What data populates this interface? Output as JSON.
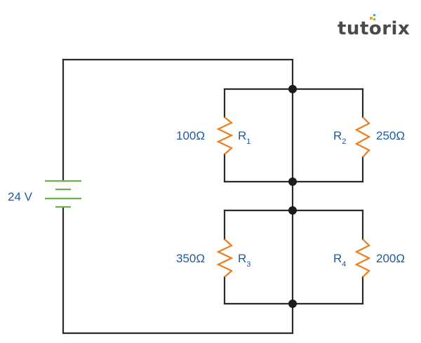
{
  "logo": {
    "text": "tutorix"
  },
  "battery": {
    "label": "24 V",
    "color": "#6ab04c"
  },
  "resistors": [
    {
      "name": "R",
      "sub": "1",
      "value": "100Ω"
    },
    {
      "name": "R",
      "sub": "2",
      "value": "250Ω"
    },
    {
      "name": "R",
      "sub": "3",
      "value": "350Ω"
    },
    {
      "name": "R",
      "sub": "4",
      "value": "200Ω"
    }
  ],
  "colors": {
    "wire": "#2b2b2b",
    "resistor": "#ee7d1f",
    "label": "#1e5aa6"
  }
}
